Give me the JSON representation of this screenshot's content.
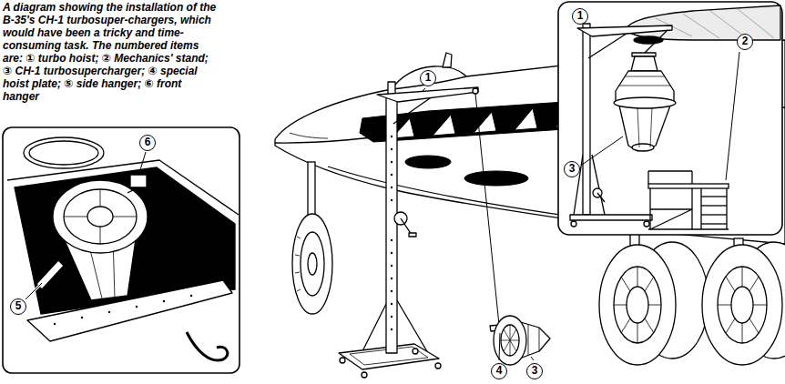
{
  "diagram": {
    "caption": "A diagram showing the installation of the B-35's CH-1 turbosuper-chargers, which would have been a tricky and time-consuming task. The numbered items are: ① turbo hoist; ② Mechanics' stand; ③ CH-1 turbosupercharger; ④ special hoist plate; ⑤ side hanger; ⑥ front hanger",
    "labels": [
      "1",
      "2",
      "1",
      "6",
      "3",
      "5",
      "4",
      "3"
    ]
  }
}
